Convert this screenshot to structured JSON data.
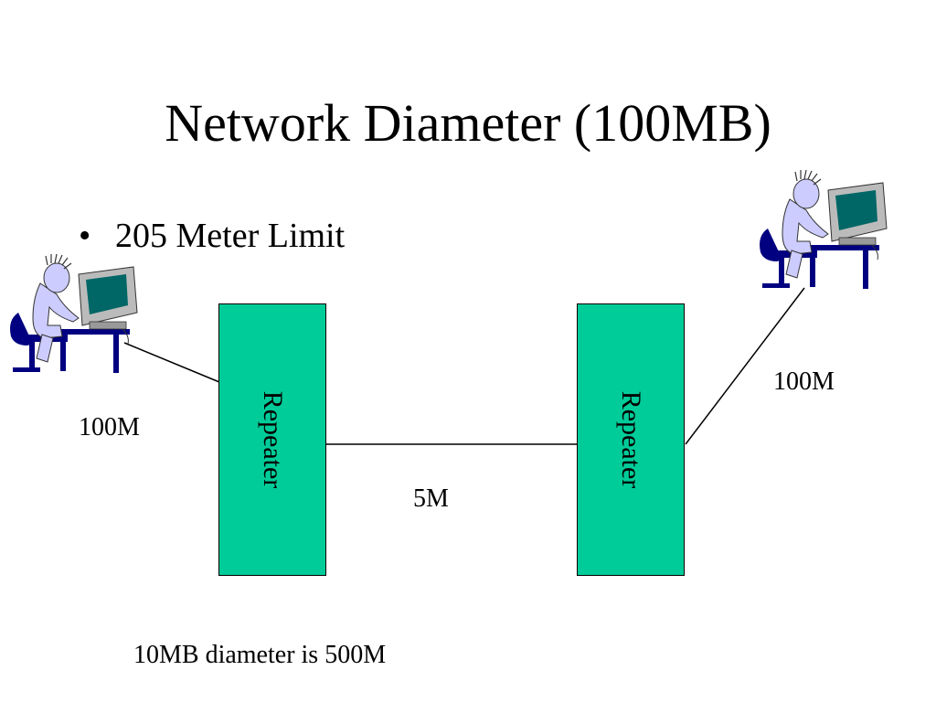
{
  "slide": {
    "title": "Network Diameter (100MB)",
    "bullet": "205 Meter Limit",
    "footer": "10MB diameter is 500M"
  },
  "diagram": {
    "repeater_left": "Repeater",
    "repeater_right": "Repeater",
    "label_left_link": "100M",
    "label_middle_link": "5M",
    "label_right_link": "100M"
  },
  "colors": {
    "repeater_fill": "#00cc99",
    "person_fill": "#ccccff",
    "chair": "#000080",
    "monitor_screen": "#006666"
  },
  "icons": [
    "person-at-computer-icon",
    "person-at-computer-icon"
  ]
}
